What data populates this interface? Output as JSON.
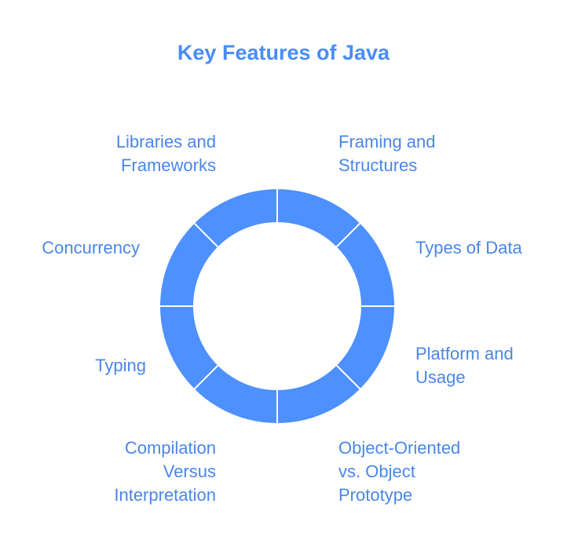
{
  "title": "Key Features of Java",
  "colors": {
    "accent": "#4a8cf7",
    "segment_fill": "#4d90fe",
    "segment_divider": "#ffffff",
    "text": "#4a86e8",
    "background": "#ffffff"
  },
  "segments": [
    {
      "id": "framing",
      "lines": [
        "Framing and",
        "Structures"
      ]
    },
    {
      "id": "types",
      "lines": [
        "Types of Data"
      ]
    },
    {
      "id": "platform",
      "lines": [
        "Platform and",
        "Usage"
      ]
    },
    {
      "id": "object-oriented",
      "lines": [
        "Object-Oriented",
        "vs. Object",
        "Prototype"
      ]
    },
    {
      "id": "compilation",
      "lines": [
        "Compilation",
        "Versus",
        "Interpretation"
      ]
    },
    {
      "id": "typing",
      "lines": [
        "Typing"
      ]
    },
    {
      "id": "concurrency",
      "lines": [
        "Concurrency"
      ]
    },
    {
      "id": "libraries",
      "lines": [
        "Libraries and",
        "Frameworks"
      ]
    }
  ]
}
